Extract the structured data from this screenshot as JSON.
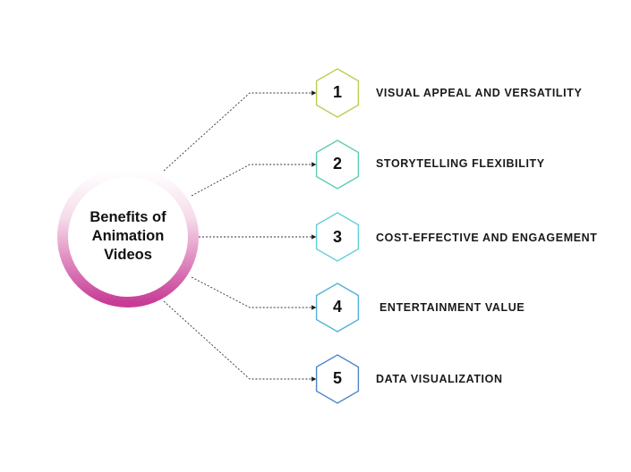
{
  "center": {
    "title_lines": [
      "Benefits of",
      "Animation",
      "Videos"
    ],
    "ring_colors": {
      "top": "#ffffff",
      "bottom": "#c83c96"
    }
  },
  "items": [
    {
      "number": "1",
      "label": "VISUAL APPEAL AND VERSATILITY",
      "color": "#b7cf4f"
    },
    {
      "number": "2",
      "label": "STORYTELLING FLEXIBILITY",
      "color": "#5ccbb5"
    },
    {
      "number": "3",
      "label": "COST-EFFECTIVE AND ENGAGEMENT",
      "color": "#62cfd8"
    },
    {
      "number": "4",
      "label": "ENTERTAINMENT VALUE",
      "color": "#4fb0d8"
    },
    {
      "number": "5",
      "label": "DATA VISUALIZATION",
      "color": "#4d86c8"
    }
  ]
}
